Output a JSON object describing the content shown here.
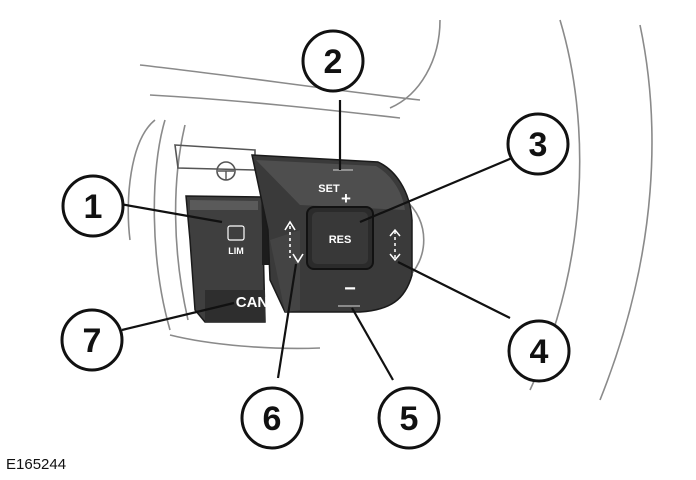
{
  "figure_code": "E165244",
  "buttons": {
    "set_label": "SET",
    "plus_symbol": "+",
    "res_label": "RES",
    "minus_symbol": "−",
    "can_label": "CAN",
    "lim_label": "LIM"
  },
  "callouts": [
    "1",
    "2",
    "3",
    "4",
    "5",
    "6",
    "7"
  ]
}
